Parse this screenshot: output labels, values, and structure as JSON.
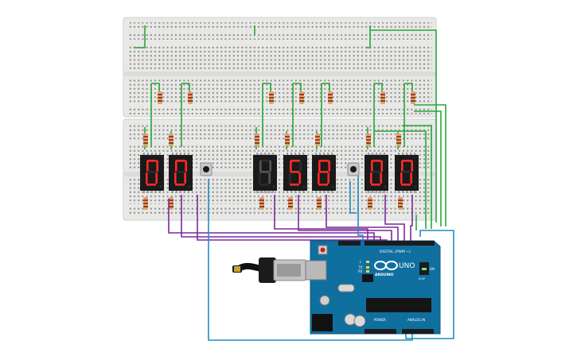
{
  "arduino": {
    "brand": "ARDUINO",
    "model": "UNO",
    "digital_header_label": "DIGITAL (PWM ~)",
    "power_header_label": "POWER",
    "analog_header_label": "ANALOG IN",
    "on_led_label": "ON",
    "tx_label": "TX",
    "rx_label": "RX",
    "l_label": "L",
    "icsp_label": "ICSP"
  },
  "displays": [
    {
      "id": "d1",
      "digit": "0",
      "dim": false
    },
    {
      "id": "d2",
      "digit": "0",
      "dim": false
    },
    {
      "id": "d3",
      "digit": "4",
      "dim": true
    },
    {
      "id": "d4",
      "digit": "5",
      "dim": false
    },
    {
      "id": "d5",
      "digit": "8",
      "dim": false
    },
    {
      "id": "d6",
      "digit": "0",
      "dim": false
    },
    {
      "id": "d7",
      "digit": "0",
      "dim": false
    }
  ],
  "colors": {
    "breadboard": "#e8e8e6",
    "arduino_board": "#0f6f9f",
    "wire_green": "#27a63a",
    "wire_purple": "#7a2a9c",
    "wire_blue": "#1f8fbf",
    "segment_on": "#ff2a2a",
    "display_body": "#1a1a1a"
  }
}
